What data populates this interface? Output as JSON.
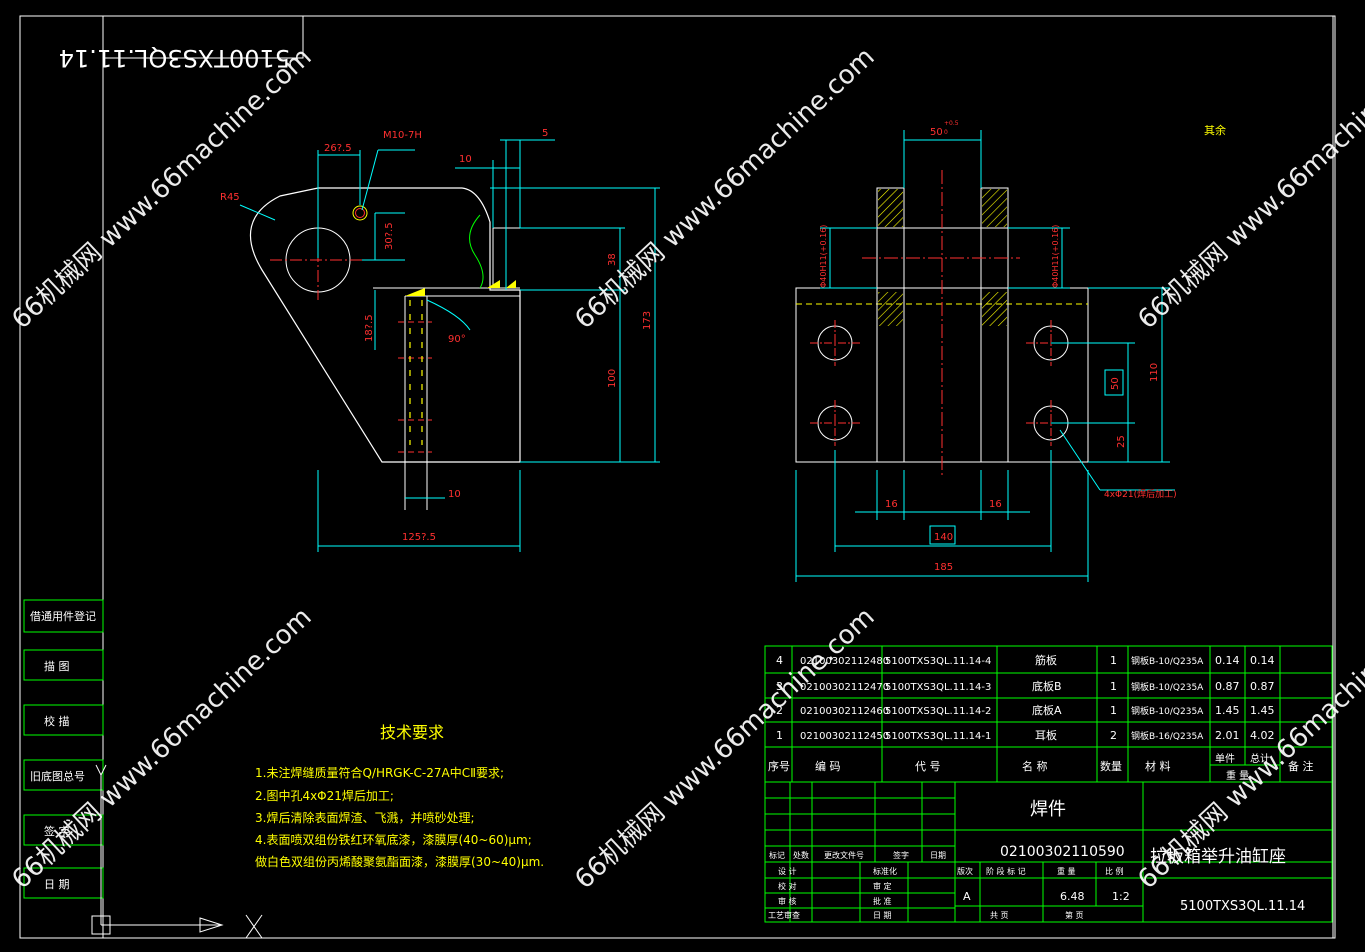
{
  "drawing_code_rotated": "5100TXS3QL.11.14",
  "front_view": {
    "dim_r45": "R45",
    "dim_m10": "M10-7H",
    "dim_2625": "26?.5",
    "dim_5": "5",
    "dim_10_top": "10",
    "dim_3025": "30?.5",
    "dim_38": "38",
    "dim_173": "173",
    "dim_1875": "18?.5",
    "dim_90": "90°",
    "dim_100": "100",
    "dim_10_bottom": "10",
    "dim_1255": "125?.5"
  },
  "side_view": {
    "dim_50": "50",
    "dim_50_tol": "+0.5",
    "dim_50_tol2": "0",
    "note_other": "其余",
    "dim_phi_left": "Φ40H11(+0.16)",
    "dim_phi_right": "Φ40H11(+0.16)",
    "dim_50_v": "50",
    "dim_110": "110",
    "dim_25": "25",
    "dim_hole": "4xΦ21(焊后加工)",
    "dim_16_left": "16",
    "dim_16_right": "16",
    "dim_140": "140",
    "dim_185": "185"
  },
  "tech_requirements": {
    "title": "技术要求",
    "items": [
      "1.未注焊缝质量符合Q/HRGK-C-27A中CⅡ要求;",
      "2.图中孔4xΦ21焊后加工;",
      "3.焊后清除表面焊渣、飞溅，并喷砂处理;",
      "4.表面喷双组份铁红环氧底漆，漆膜厚(40~60)μm;",
      "  做白色双组份丙烯酸聚氨酯面漆，漆膜厚(30~40)μm."
    ]
  },
  "left_column": {
    "items": [
      "借通用件登记",
      "描 图",
      "校 描",
      "旧底图总号",
      "签 字",
      "日 期"
    ]
  },
  "bom": {
    "rows": [
      {
        "no": "4",
        "code": "02100302112480",
        "drawing": "5100TXS3QL.11.14-4",
        "name": "筋板",
        "qty": "1",
        "material": "钢板B-10/Q235A",
        "unit": "0.14",
        "total": "0.14"
      },
      {
        "no": "3",
        "code": "02100302112470",
        "drawing": "5100TXS3QL.11.14-3",
        "name": "底板B",
        "qty": "1",
        "material": "钢板B-10/Q235A",
        "unit": "0.87",
        "total": "0.87"
      },
      {
        "no": "2",
        "code": "02100302112460",
        "drawing": "5100TXS3QL.11.14-2",
        "name": "底板A",
        "qty": "1",
        "material": "钢板B-10/Q235A",
        "unit": "1.45",
        "total": "1.45"
      },
      {
        "no": "1",
        "code": "02100302112450",
        "drawing": "5100TXS3QL.11.14-1",
        "name": "耳板",
        "qty": "2",
        "material": "钢板B-16/Q235A",
        "unit": "2.01",
        "total": "4.02"
      }
    ],
    "headers": {
      "no": "序号",
      "code": "编 码",
      "drawing": "代 号",
      "name": "名 称",
      "qty": "数量",
      "material": "材 料",
      "unit": "单件",
      "total": "总计",
      "weight": "重 量",
      "remark": "备 注"
    }
  },
  "title_block": {
    "part_type": "焊件",
    "part_code": "02100302110590",
    "title": "拉坂箱举升油缸座",
    "drawing_no": "5100TXS3QL.11.14",
    "stage": "A",
    "weight": "6.48",
    "scale": "1:2",
    "labels": {
      "mark": "标记",
      "count": "处数",
      "change_doc": "更改文件号",
      "sign": "签字",
      "date": "日期",
      "design": "设 计",
      "std_check": "标准化",
      "check": "校 对",
      "review": "审 定",
      "audit": "审 核",
      "approve": "批 准",
      "process": "工艺审查",
      "date2": "日 期",
      "stage_mark": "阶 段 标 记",
      "weight_label": "重 量",
      "scale_label": "比 例",
      "sheet_total": "共 页",
      "sheet_no": "第 页",
      "ban_ci": "版次"
    }
  },
  "watermarks": [
    "66机械网 www.66machine.com"
  ]
}
